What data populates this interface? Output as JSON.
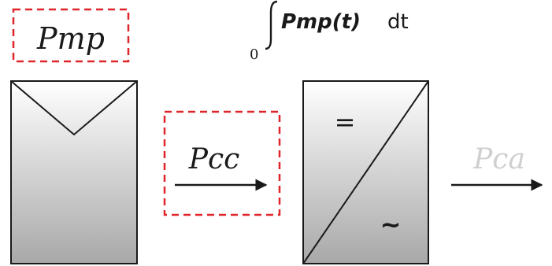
{
  "integral": {
    "lower_limit": "0",
    "integrand": "Pmp(t)",
    "differential": "dt"
  },
  "labels": {
    "pmp": "Pmp",
    "pcc": "Pcc",
    "pca": "Pca"
  },
  "inverter": {
    "dc_symbol": "=",
    "ac_symbol": "~"
  },
  "colors": {
    "dashed_box": "#e0252a",
    "stroke": "#1a1a1a",
    "pca_text": "#cfcfcf",
    "box_fill_top": "#ffffff",
    "box_fill_bottom": "#a8a8a8"
  }
}
